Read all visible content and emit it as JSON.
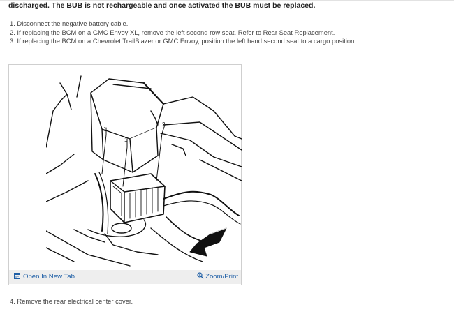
{
  "document": {
    "heading": "discharged. The BUB is not rechargeable and once activated the BUB must be replaced.",
    "steps": [
      "1. Disconnect the negative battery cable.",
      "2. If replacing the BCM on a GMC Envoy XL, remove the left second row seat. Refer to Rear Seat Replacement.",
      "3. If replacing the BCM on a Chevrolet TrailBlazer or GMC Envoy, position the left hand second seat to a cargo position."
    ],
    "figure": {
      "callouts": [
        "1",
        "1",
        "2"
      ],
      "open_label": "Open In New Tab",
      "zoom_label": "Zoom/Print",
      "open_icon": "open-in-new-tab-icon",
      "zoom_icon": "magnifier-icon"
    },
    "step_four": "4. Remove the rear electrical center cover."
  },
  "colors": {
    "link": "#1f5fa6",
    "bar": "#eeeeee",
    "text": "#444444"
  }
}
